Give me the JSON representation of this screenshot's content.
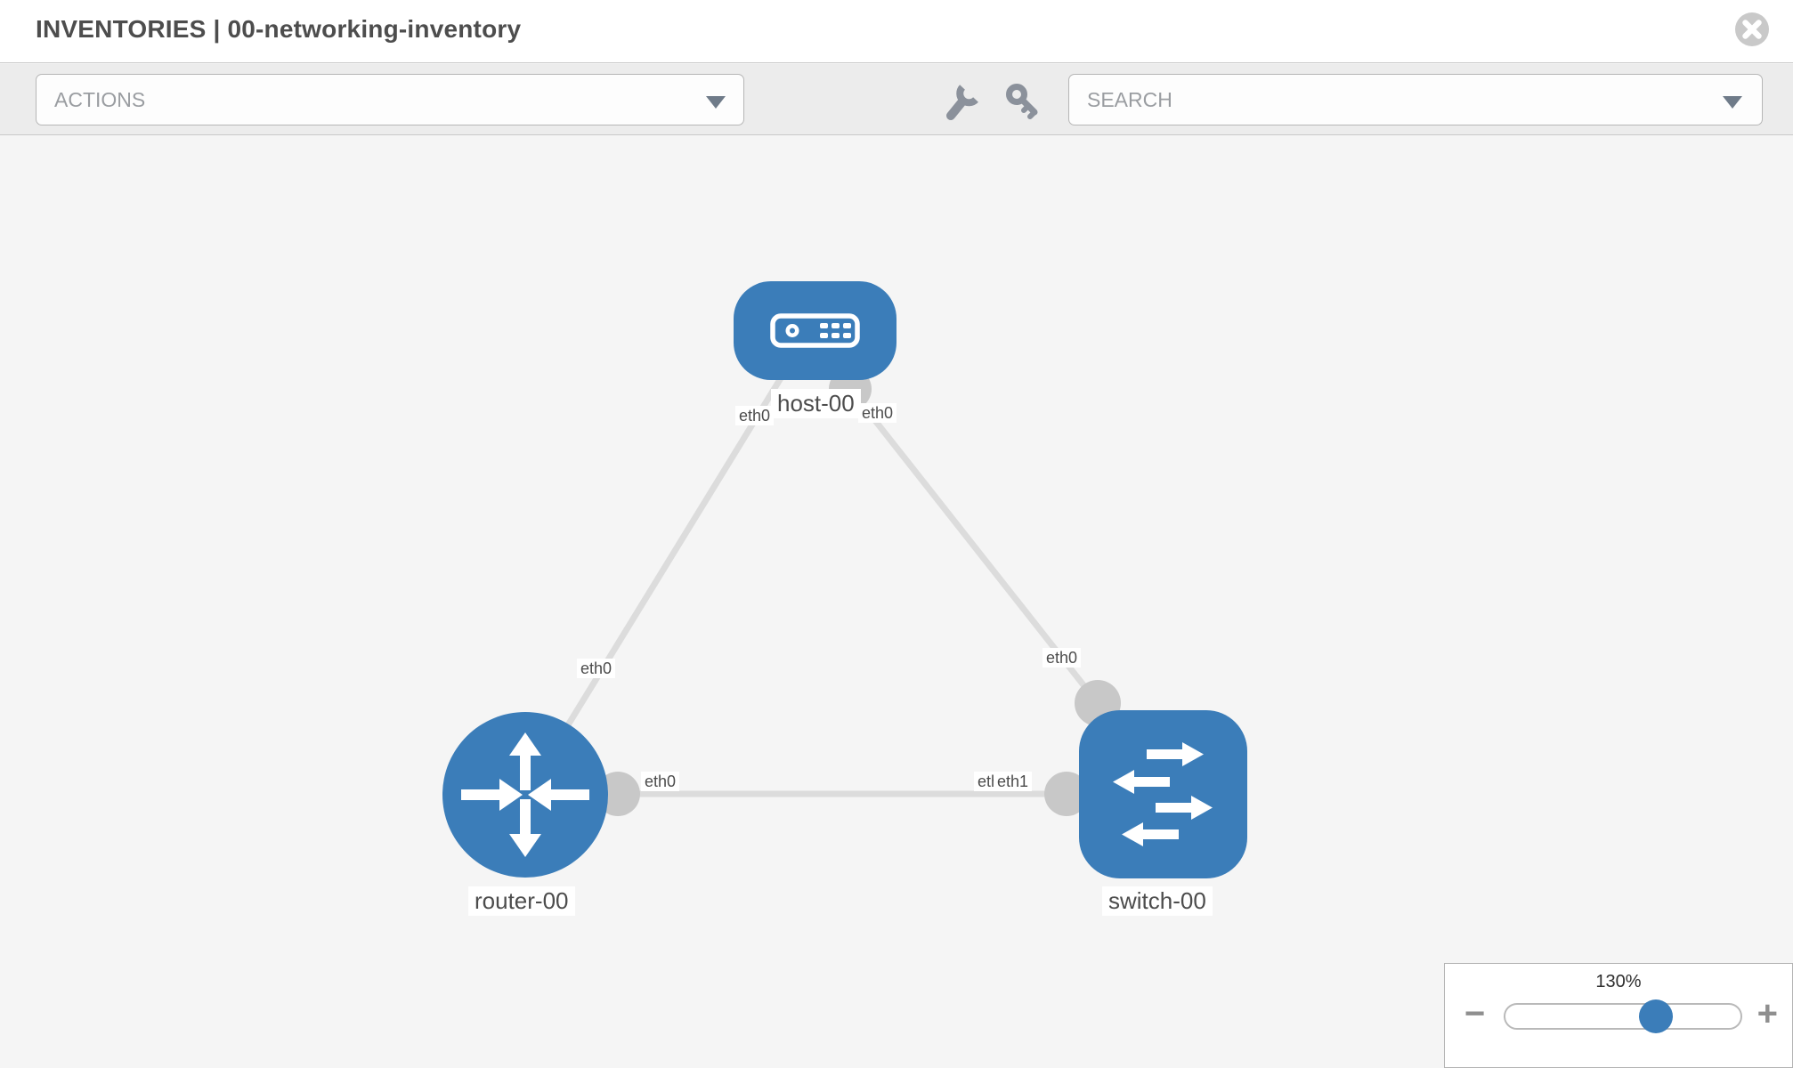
{
  "window": {
    "title": "INVENTORIES | 00-networking-inventory"
  },
  "toolbar": {
    "actions_label": "ACTIONS",
    "search_placeholder": "SEARCH"
  },
  "icons": {
    "close": "circle-x",
    "actions_caret": "caret-down",
    "wrench": "wrench",
    "key": "key",
    "search_caret": "caret-down",
    "zoom_out": "minus",
    "zoom_in": "plus"
  },
  "colors": {
    "node_blue": "#3b7db9",
    "link_gray": "#dcdcdc",
    "interface_gray": "#c8c8c8",
    "canvas_bg": "#f5f5f5",
    "toolbar_bg": "#ececec"
  },
  "topology": {
    "nodes": [
      {
        "name": "host-00",
        "type": "host"
      },
      {
        "name": "router-00",
        "type": "router"
      },
      {
        "name": "switch-00",
        "type": "switch"
      }
    ],
    "links": [
      {
        "from": "router-00",
        "from_interface": "eth0",
        "to": "host-00",
        "to_interface": "eth0"
      },
      {
        "from": "switch-00",
        "from_interface": "eth0",
        "to": "host-00",
        "to_interface": "eth0"
      },
      {
        "from": "router-00",
        "from_interface": "eth0",
        "to": "switch-00",
        "to_interface": "eth1",
        "overlapped_label": "eth0"
      }
    ]
  },
  "zoom_control": {
    "level": "130%",
    "minus_label": "−",
    "plus_label": "+"
  }
}
